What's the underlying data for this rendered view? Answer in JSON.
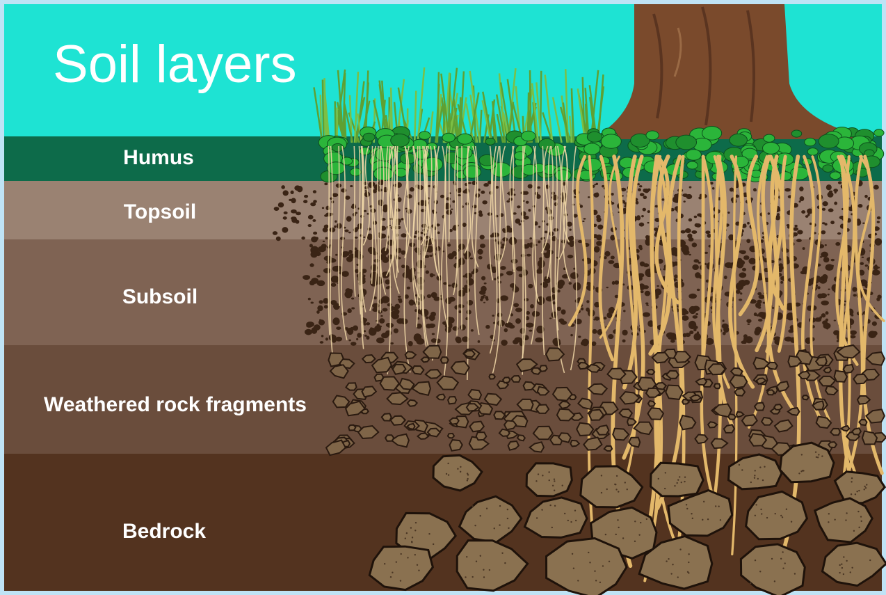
{
  "title": "Soil layers",
  "layers": [
    {
      "name": "Humus",
      "color": "#0d6b4a"
    },
    {
      "name": "Topsoil",
      "color": "#9a8272"
    },
    {
      "name": "Subsoil",
      "color": "#7f6353"
    },
    {
      "name": "Weathered rock fragments",
      "color": "#6a4d3c"
    },
    {
      "name": "Bedrock",
      "color": "#53331f"
    }
  ],
  "colors": {
    "sky": "#1ee3d3",
    "frame": "#bfe3f5",
    "grass": "#5fa032",
    "leaves": "#2bb53a",
    "tree": "#7a4a2c",
    "roots": "#e3b86a",
    "rock": "#8a7150",
    "pebble": "#3a2415"
  },
  "icons": [
    "tree-trunk-icon",
    "grass-tuft-icon",
    "leaf-cluster-icon",
    "root-icon",
    "rock-icon"
  ]
}
